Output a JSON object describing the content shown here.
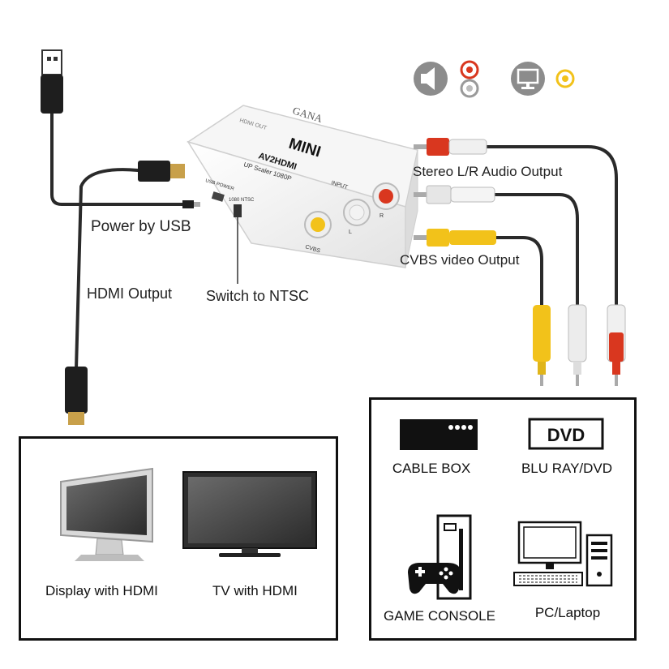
{
  "converter": {
    "brand": "GANA",
    "name": "MINI",
    "model": "AV2HDMI",
    "subtitle": "UP Scaler 1080P",
    "port_input": "INPUT",
    "port_usb": "USB POWER",
    "port_cvbs": "CVBS",
    "port_l": "L",
    "port_r": "R",
    "side_label": "HDMI OUT",
    "switch_left": "1080",
    "switch_right": "NTSC"
  },
  "labels": {
    "power": "Power by USB",
    "hdmi_output": "HDMI Output",
    "switch_ntsc": "Switch to NTSC",
    "audio_output": "Stereo L/R Audio Output",
    "video_output": "CVBS video Output"
  },
  "output_devices": [
    {
      "label": "Display with HDMI",
      "icon": "monitor-icon"
    },
    {
      "label": "TV with HDMI",
      "icon": "tv-icon"
    }
  ],
  "input_devices": [
    {
      "label": "CABLE BOX",
      "icon": "cable-box-icon"
    },
    {
      "label": "BLU RAY/DVD",
      "icon": "dvd-icon",
      "badge": "DVD"
    },
    {
      "label": "GAME CONSOLE",
      "icon": "game-console-icon"
    },
    {
      "label": "PC/Laptop",
      "icon": "pc-icon"
    }
  ],
  "top_icons": [
    "speaker-icon",
    "monitor-icon"
  ],
  "colors": {
    "red_plug": "#d9371f",
    "white_plug": "#e6e6e6",
    "yellow_plug": "#f2c21a",
    "cable": "#2a2a2a",
    "icon_grey": "#8c8c8c"
  }
}
